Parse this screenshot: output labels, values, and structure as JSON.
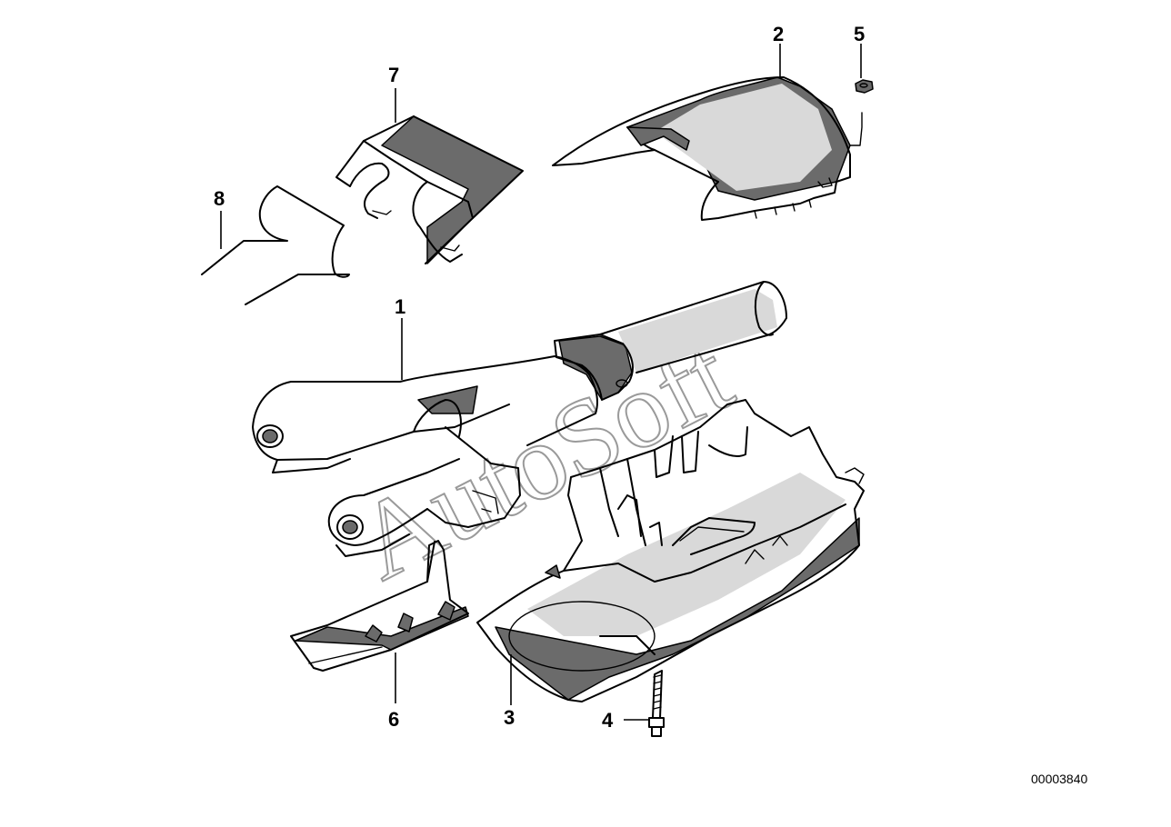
{
  "callouts": {
    "c1": "1",
    "c2": "2",
    "c3": "3",
    "c4": "4",
    "c5": "5",
    "c6": "6",
    "c7": "7",
    "c8": "8"
  },
  "diagram_code": "00003840",
  "watermark": "AutoSoft"
}
